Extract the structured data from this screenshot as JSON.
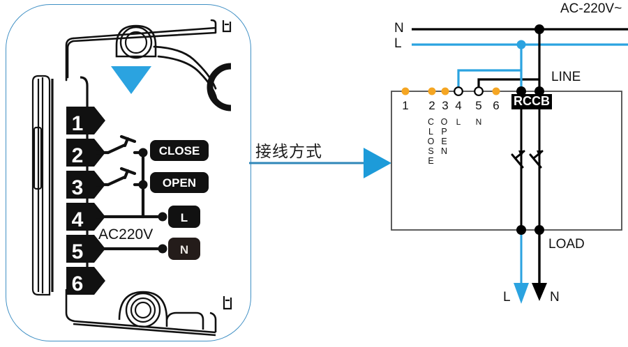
{
  "figure": {
    "caption": "接线方式",
    "caption_meaning_icon": "right-arrow-icon"
  },
  "product_panel": {
    "terminals": [
      "1",
      "2",
      "3",
      "4",
      "5",
      "6"
    ],
    "badges": [
      {
        "id": "close",
        "label": "CLOSE"
      },
      {
        "id": "open",
        "label": "OPEN"
      },
      {
        "id": "live",
        "label": "L"
      },
      {
        "id": "neutral",
        "label": "N"
      }
    ],
    "supply_label": "AC220V",
    "direction_marker": "down-triangle-icon"
  },
  "schematic": {
    "supply_title": "AC-220V~",
    "rails": [
      {
        "id": "neutral-rail",
        "label": "N",
        "color": "#000000"
      },
      {
        "id": "live-rail",
        "label": "L",
        "color": "#2ba3e0"
      }
    ],
    "line_label": "LINE",
    "load_label": "LOAD",
    "breaker_label": "RCCB",
    "terminals": [
      {
        "num": "1",
        "sub": "",
        "vertical": "",
        "dot": "orange"
      },
      {
        "num": "2",
        "sub": "",
        "vertical": "CLOSE",
        "dot": "orange"
      },
      {
        "num": "3",
        "sub": "",
        "vertical": "OPEN",
        "dot": "orange"
      },
      {
        "num": "4",
        "sub": "L",
        "vertical": "",
        "dot": "hollow"
      },
      {
        "num": "5",
        "sub": "N",
        "vertical": "",
        "dot": "hollow"
      },
      {
        "num": "6",
        "sub": "",
        "vertical": "",
        "dot": "orange"
      }
    ],
    "outputs": [
      {
        "id": "load-live",
        "label": "L",
        "color": "#2ba3e0"
      },
      {
        "id": "load-neutral",
        "label": "N",
        "color": "#000000"
      }
    ]
  },
  "colors": {
    "accent_blue": "#2ba3e0",
    "panel_border": "#3f8fc4",
    "terminal_orange": "#f5a623",
    "wire_black": "#000000"
  }
}
